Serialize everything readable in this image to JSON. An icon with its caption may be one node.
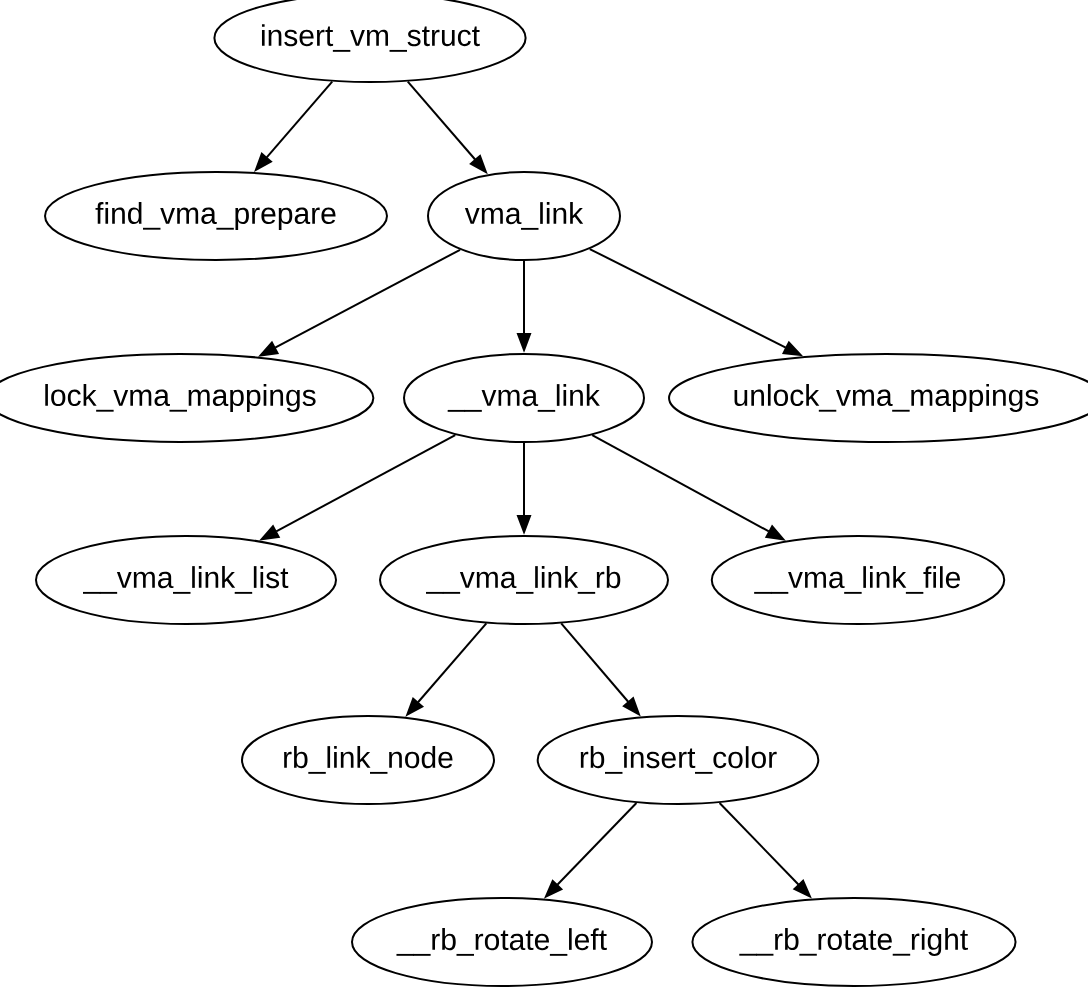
{
  "diagram": {
    "nodes": [
      {
        "text": [
          "insert_vm_struct"
        ]
      },
      {
        "text": [
          "find_vma_prepare"
        ]
      },
      {
        "text": [
          "vma_link"
        ]
      },
      {
        "text": [
          "lock_vma_mappings"
        ]
      },
      {
        "text": [
          "__vma_link"
        ]
      },
      {
        "text": [
          "unlock_vma_mappings"
        ]
      },
      {
        "text": [
          "__vma_link_list"
        ]
      },
      {
        "text": [
          "__vma_link_rb"
        ]
      },
      {
        "text": [
          "__vma_link_file"
        ]
      },
      {
        "text": [
          "rb_link_node"
        ]
      },
      {
        "text": [
          "rb_insert_color"
        ]
      },
      {
        "text": [
          "__rb_rotate_left"
        ]
      },
      {
        "text": [
          "__rb_rotate_right"
        ]
      }
    ],
    "edges": [
      {
        "from": 0,
        "to": 1,
        "arrow": "to"
      },
      {
        "from": 0,
        "to": 2,
        "arrow": "to"
      },
      {
        "from": 2,
        "to": 3,
        "arrow": "to"
      },
      {
        "from": 2,
        "to": 4,
        "arrow": "to"
      },
      {
        "from": 2,
        "to": 5,
        "arrow": "to"
      },
      {
        "from": 4,
        "to": 6,
        "arrow": "to"
      },
      {
        "from": 4,
        "to": 7,
        "arrow": "to"
      },
      {
        "from": 4,
        "to": 8,
        "arrow": "to"
      },
      {
        "from": 7,
        "to": 9,
        "arrow": "to"
      },
      {
        "from": 7,
        "to": 10,
        "arrow": "to"
      },
      {
        "from": 10,
        "to": 11,
        "arrow": "to"
      },
      {
        "from": 10,
        "to": 12,
        "arrow": "to"
      }
    ]
  }
}
